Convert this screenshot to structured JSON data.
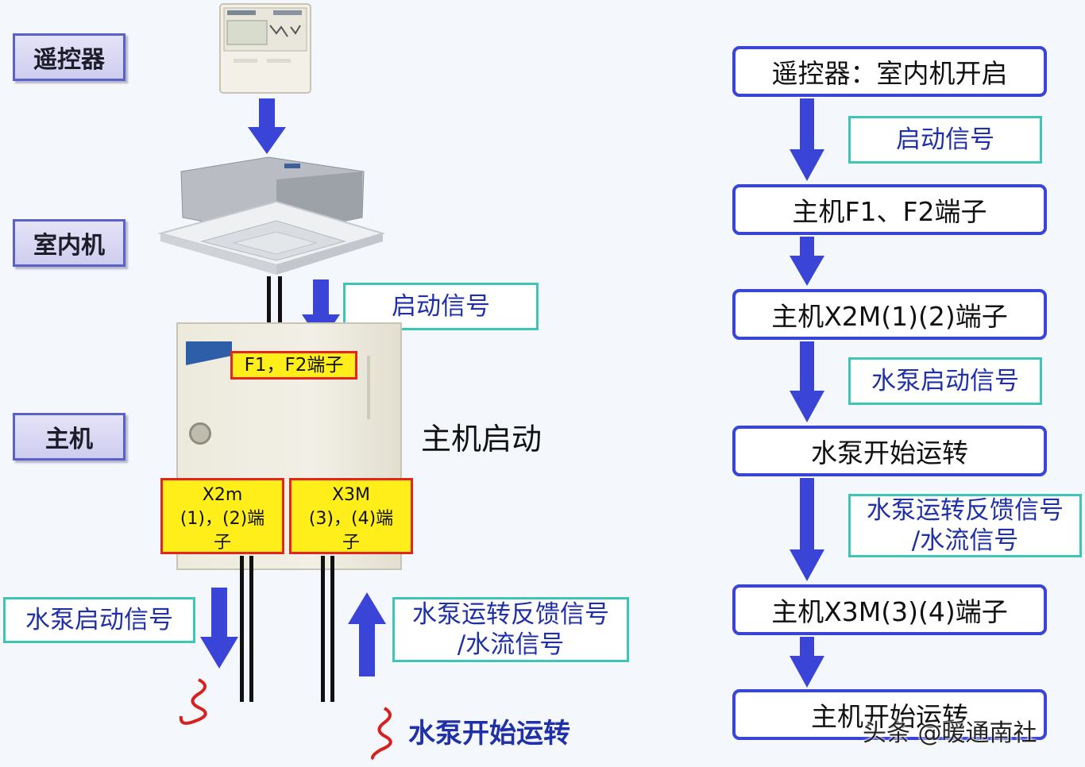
{
  "left": {
    "labels": {
      "remote": "遥控器",
      "indoor": "室内机",
      "host": "主机"
    },
    "signal_start": "启动信号",
    "terminal_f": "F1，F2端子",
    "host_start": "主机启动",
    "terminal_x2m": {
      "line1": "X2m",
      "line2": "(1)，(2)端",
      "line3": "子"
    },
    "terminal_x3m": {
      "line1": "X3M",
      "line2": "(3)，(4)端",
      "line3": "子"
    },
    "pump_start_signal": "水泵启动信号",
    "pump_feedback": {
      "line1": "水泵运转反馈信号",
      "line2": "/水流信号"
    },
    "pump_running": "水泵开始运转"
  },
  "flow": {
    "step1": "遥控器：室内机开启",
    "signal1": "启动信号",
    "step2": "主机F1、F2端子",
    "step3": "主机X2M(1)(2)端子",
    "signal2": "水泵启动信号",
    "step4": "水泵开始运转",
    "signal3": {
      "line1": "水泵运转反馈信号",
      "line2": "/水流信号"
    },
    "step5": "主机X3M(3)(4)端子",
    "step6": "主机开始运转"
  },
  "watermark": "头条 @暖通南社",
  "colors": {
    "arrow": "#3a44d6",
    "teal": "#3dc6b8",
    "label_border": "#5b61c7",
    "terminal_fill": "#ffee1a",
    "terminal_border": "#e3261d",
    "signal_text": "#2030a8"
  }
}
